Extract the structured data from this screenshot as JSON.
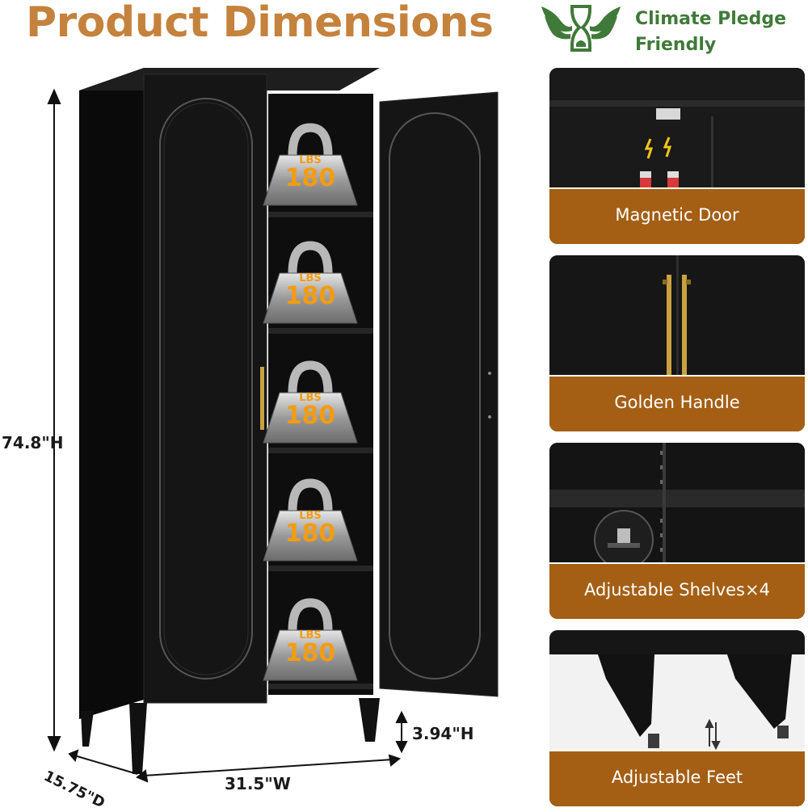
{
  "header": {
    "title": "Product Dimensions",
    "badge_lines": [
      "Climate Pledge",
      "Friendly"
    ]
  },
  "dimensions": {
    "height": "74.8\"H",
    "width": "31.5\"W",
    "depth": "15.75\"D",
    "leg_height": "3.94\"H"
  },
  "shelves": {
    "weight_unit": "LBS",
    "weight_value": "180",
    "count": 5
  },
  "features": [
    {
      "label": "Magnetic Door",
      "icon": "magnet-icon"
    },
    {
      "label": "Golden Handle",
      "icon": "handle-icon"
    },
    {
      "label": "Adjustable Shelves×4",
      "icon": "shelf-clip-icon"
    },
    {
      "label": "Adjustable Feet",
      "icon": "adjust-arrows-icon"
    }
  ],
  "colors": {
    "title": "#c4823d",
    "badge_green": "#3f7a38",
    "caption_bar": "#a45f14",
    "cabinet": "#141414",
    "weight_number": "#f39c12"
  }
}
